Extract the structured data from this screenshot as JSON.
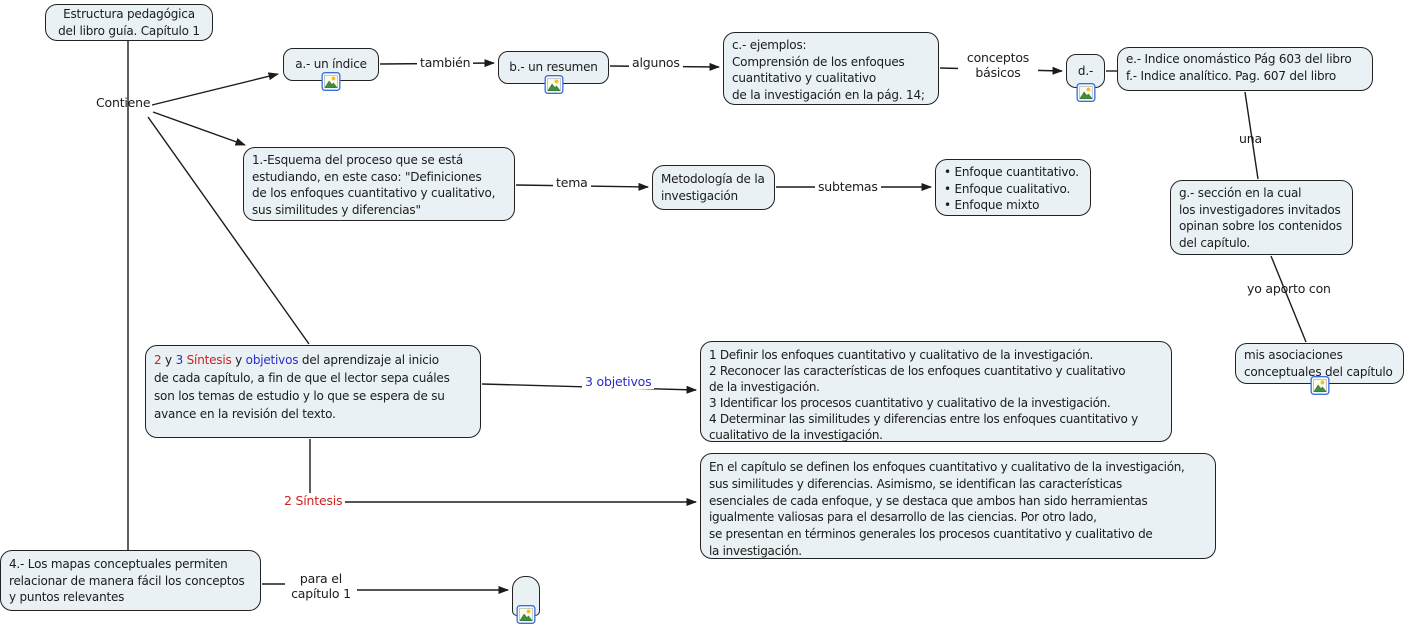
{
  "palette": {
    "node_fill": "#e9f1f4",
    "node_border": "#222222",
    "line": "#1c1c1c",
    "text": "#1c1c1c",
    "red": "#cc2222",
    "blue": "#2b2bcc"
  },
  "nodes": {
    "estructura": {
      "lines": [
        "Estructura pedagógica",
        "del libro guía. Capítulo 1"
      ]
    },
    "a": {
      "label": "a.- un índice"
    },
    "b": {
      "label": "b.- un resumen"
    },
    "c": {
      "lines": [
        "c.- ejemplos:",
        "Comprensión de los enfoques",
        "cuantitativo y cualitativo",
        "de la investigación en la pág. 14;"
      ]
    },
    "d": {
      "label": "d.-"
    },
    "ef": {
      "lines": [
        "e.- Indice onomástico Pág 603 del libro",
        "f.- Indice analítico. Pag. 607 del libro"
      ]
    },
    "g": {
      "lines": [
        "g.- sección en la cual",
        "los investigadores invitados",
        "opinan sobre los contenidos",
        "del capítulo."
      ]
    },
    "mis": {
      "lines": [
        "mis asociaciones",
        "conceptuales del capítulo"
      ]
    },
    "esquema": {
      "lines": [
        "1.-Esquema del proceso que se está",
        "estudiando, en este caso: \"Definiciones",
        "de los enfoques cuantitativo y cualitativo,",
        "sus similitudes y diferencias\""
      ]
    },
    "metodologia": {
      "lines": [
        "Metodología de la",
        "investigación"
      ]
    },
    "enfoques": {
      "bullet": "•",
      "items": [
        "Enfoque cuantitativo.",
        "Enfoque cualitativo.",
        "Enfoque mixto"
      ]
    },
    "sintesis_objetivos": {
      "seg": [
        {
          "t": "2"
        },
        {
          "t": " y "
        },
        {
          "t": "3"
        },
        {
          "t": "  "
        },
        {
          "t": "Síntesis"
        },
        {
          "t": " y "
        },
        {
          "t": "objetivos"
        },
        {
          "t": " del aprendizaje al inicio"
        }
      ],
      "lines": [
        "de cada capítulo, a fin de que el lector sepa cuáles",
        "son los temas de estudio y lo que se espera de su",
        "avance en la revisión del texto."
      ]
    },
    "objetivos": {
      "lines": [
        "1 Definir los enfoques cuantitativo y cualitativo de la investigación.",
        "2 Reconocer las características de los enfoques cuantitativo y cualitativo",
        "de la investigación.",
        "3 Identificar los procesos cuantitativo y cualitativo de la investigación.",
        "4 Determinar las similitudes y diferencias entre los enfoques cuantitativo y",
        "cualitativo de la investigación."
      ]
    },
    "sintesis_texto": {
      "lines": [
        "En el capítulo se definen los enfoques cuantitativo y cualitativo de la investigación,",
        "sus similitudes y diferencias. Asimismo, se identifican las características",
        "esenciales de cada enfoque, y se destaca que ambos han sido herramientas",
        "igualmente valiosas para el desarrollo de las ciencias. Por otro lado,",
        "se presentan en términos generales los procesos cuantitativo y cualitativo de",
        "la investigación."
      ]
    },
    "mapas": {
      "lines": [
        "4.- Los mapas conceptuales permiten",
        "relacionar de manera fácil los conceptos",
        "y puntos relevantes"
      ]
    }
  },
  "links": {
    "contiene": "Contiene",
    "tambien": "también",
    "algunos": "algunos",
    "conceptos": {
      "lines": [
        "conceptos",
        "básicos"
      ]
    },
    "una": "una",
    "yo_aporto": "yo aporto con",
    "tema": "tema",
    "subtemas": "subtemas",
    "tres_objetivos": "3 objetivos",
    "dos_sintesis": "2 Síntesis",
    "para_el": {
      "lines": [
        "para el",
        "capítulo 1"
      ]
    }
  },
  "icons": {
    "image_resource": "image-resource"
  }
}
